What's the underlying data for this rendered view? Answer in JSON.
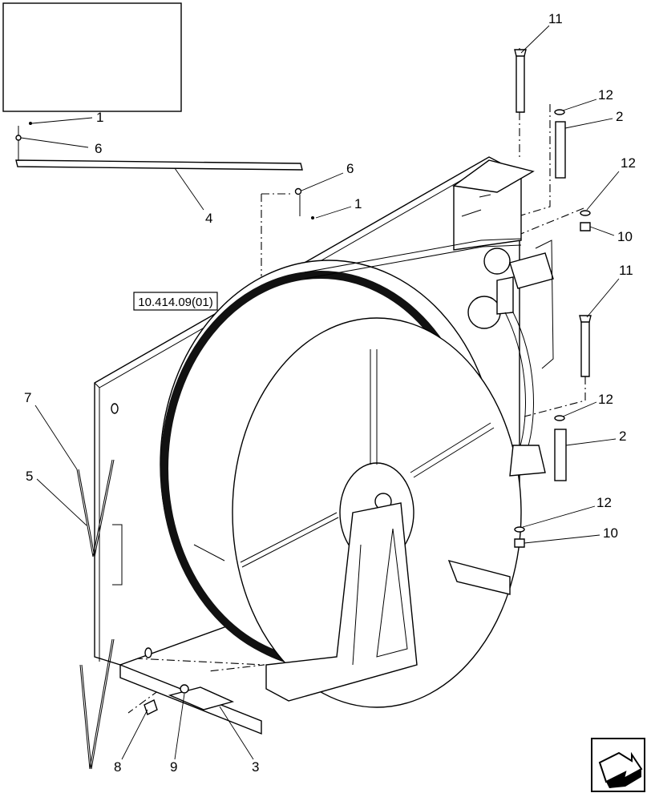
{
  "reference_box": {
    "label": "10.414.09(01)"
  },
  "callouts": [
    {
      "id": "c1a",
      "text": "1"
    },
    {
      "id": "c6a",
      "text": "6"
    },
    {
      "id": "c4",
      "text": "4"
    },
    {
      "id": "c6b",
      "text": "6"
    },
    {
      "id": "c1b",
      "text": "1"
    },
    {
      "id": "c11a",
      "text": "11"
    },
    {
      "id": "c12a",
      "text": "12"
    },
    {
      "id": "c2a",
      "text": "2"
    },
    {
      "id": "c12b",
      "text": "12"
    },
    {
      "id": "c10a",
      "text": "10"
    },
    {
      "id": "c11b",
      "text": "11"
    },
    {
      "id": "c12c",
      "text": "12"
    },
    {
      "id": "c2b",
      "text": "2"
    },
    {
      "id": "c12d",
      "text": "12"
    },
    {
      "id": "c10b",
      "text": "10"
    },
    {
      "id": "c7",
      "text": "7"
    },
    {
      "id": "c5",
      "text": "5"
    },
    {
      "id": "c8",
      "text": "8"
    },
    {
      "id": "c9",
      "text": "9"
    },
    {
      "id": "c3",
      "text": "3"
    }
  ],
  "icons": {
    "nav": "next-page-arrow-icon"
  }
}
